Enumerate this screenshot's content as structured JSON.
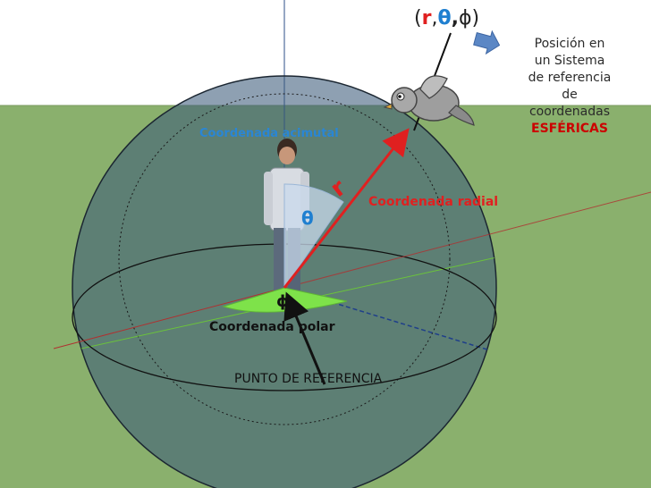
{
  "coordinate_tuple": {
    "open": "(",
    "r": "r",
    "sep1": ",",
    "theta": "θ",
    "sep2": ",",
    "phi": "ϕ",
    "close": ")"
  },
  "description_lines": [
    "Posición en",
    "un Sistema",
    "de referencia",
    "de",
    "coordenadas"
  ],
  "description_emphasis": "ESFÉRICAS",
  "labels": {
    "azimuthal": "Coordenada  acimutal",
    "radial": "Coordenada  radial",
    "polar": "Coordenada  polar",
    "reference_point": "PUNTO DE REFERENCIA",
    "r_symbol": "r",
    "theta_symbol": "θ",
    "phi_symbol": "ϕ"
  },
  "colors": {
    "sky": "#ffffff",
    "grass": "#8ab06d",
    "sphere": "#3c5c7b",
    "radial_vector": "#e02020",
    "theta_label": "#1f7fd0",
    "azimuthal_label": "#2a86d4",
    "polar_wedge": "#7ee24a",
    "emphasis": "#cc0000",
    "arrow_hint": "#5b87c5"
  }
}
